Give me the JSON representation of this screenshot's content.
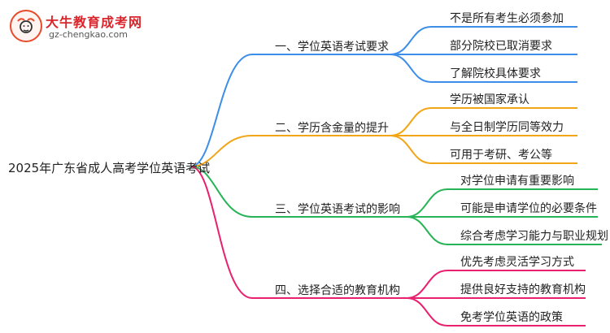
{
  "logo": {
    "title": "大牛教育成考网",
    "url": "gz-chengkao.com",
    "badge_text": "大牛"
  },
  "mindmap": {
    "root": "2025年广东省成人高考学位英语考试",
    "branches": [
      {
        "label": "一、学位英语考试要求",
        "color": "#3d8ee8",
        "children": [
          "不是所有考生必须参加",
          "部分院校已取消要求",
          "了解院校具体要求"
        ]
      },
      {
        "label": "二、学历含金量的提升",
        "color": "#f2a516",
        "children": [
          "学历被国家承认",
          "与全日制学历同等效力",
          "可用于考研、考公等"
        ]
      },
      {
        "label": "三、学位英语考试的影响",
        "color": "#27b456",
        "children": [
          "对学位申请有重要影响",
          "可能是申请学位的必要条件",
          "综合考虑学习能力与职业规划"
        ]
      },
      {
        "label": "四、选择合适的教育机构",
        "color": "#e8206e",
        "children": [
          "优先考虑灵活学习方式",
          "提供良好支持的教育机构",
          "免考学位英语的政策"
        ]
      }
    ]
  }
}
